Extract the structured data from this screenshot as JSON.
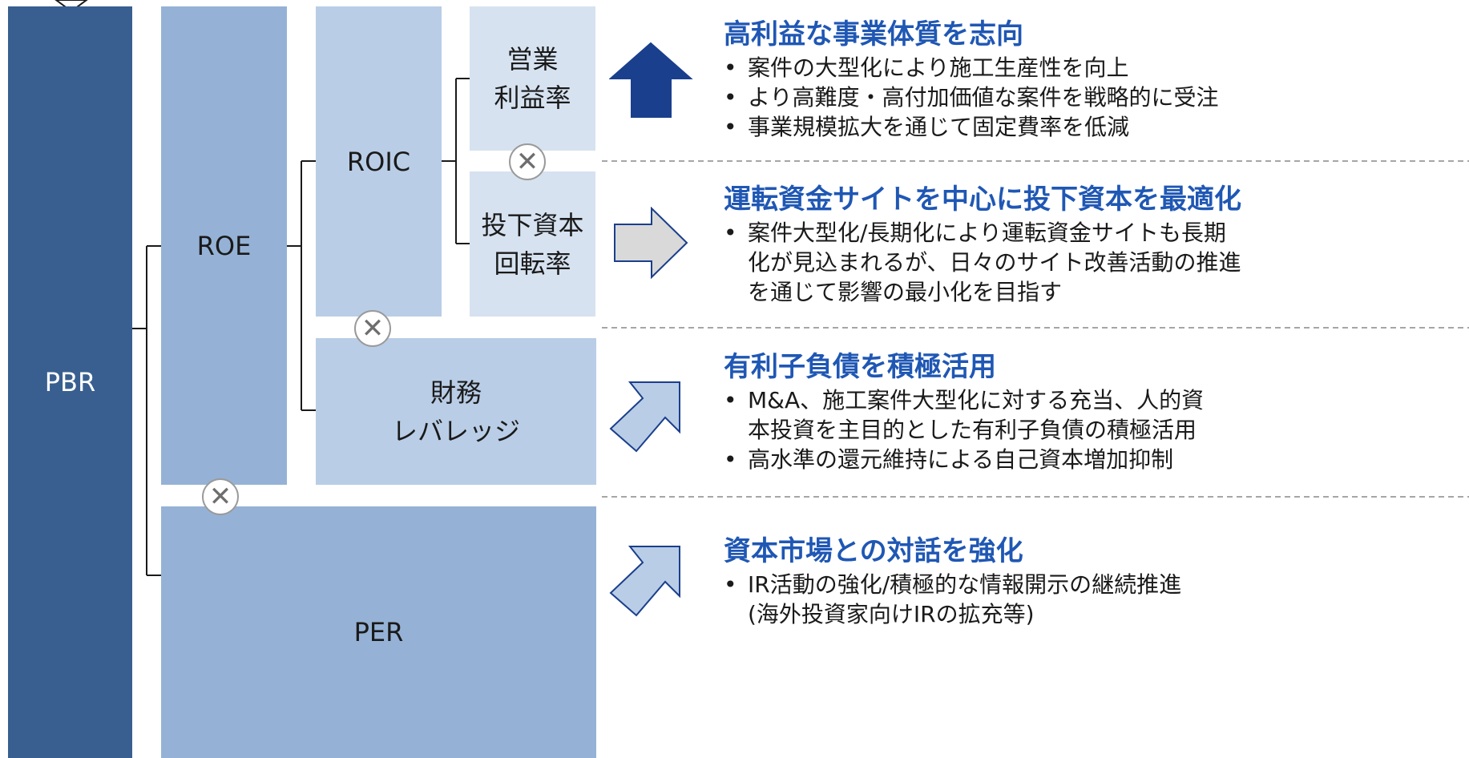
{
  "diagram": {
    "nodes": {
      "pbr": "PBR",
      "roe": "ROE",
      "roic": "ROIC",
      "operating_margin": "営業\n利益率",
      "capital_turnover": "投下資本\n回転率",
      "financial_leverage": "財務\nレバレッジ",
      "per": "PER"
    },
    "multiply_symbol": "✕"
  },
  "sections": [
    {
      "heading": "高利益な事業体質を志向",
      "arrow": "up-arrow",
      "bullets": [
        "案件の大型化により施工生産性を向上",
        "より高難度・高付加価値な案件を戦略的に受注",
        "事業規模拡大を通じて固定費率を低減"
      ]
    },
    {
      "heading": "運転資金サイトを中心に投下資本を最適化",
      "arrow": "right-arrow",
      "bullets": [
        "案件大型化/長期化により運転資金サイトも長期\n化が見込まれるが、日々のサイト改善活動の推進\nを通じて影響の最小化を目指す"
      ]
    },
    {
      "heading": "有利子負債を積極活用",
      "arrow": "up-right-arrow",
      "bullets": [
        "M&A、施工案件大型化に対する充当、人的資\n本投資を主目的とした有利子負債の積極活用",
        "高水準の還元維持による自己資本増加抑制"
      ]
    },
    {
      "heading": "資本市場との対話を強化",
      "arrow": "up-right-arrow",
      "bullets": [
        "IR活動の強化/積極的な情報開示の継続推進\n(海外投資家向けIRの拡充等)"
      ]
    }
  ],
  "colors": {
    "pbr": "#385f8f",
    "roe": "#95b2d6",
    "mid": "#b9cde6",
    "light": "#d6e2f0",
    "heading": "#1f57b4",
    "arrow_up_fill": "#1a3f8c",
    "arrow_right_fill": "#d9d9d9",
    "arrow_diag_fill": "#b9cde6",
    "arrow_stroke": "#1a3f8c",
    "dash": "#a6a6a6"
  }
}
